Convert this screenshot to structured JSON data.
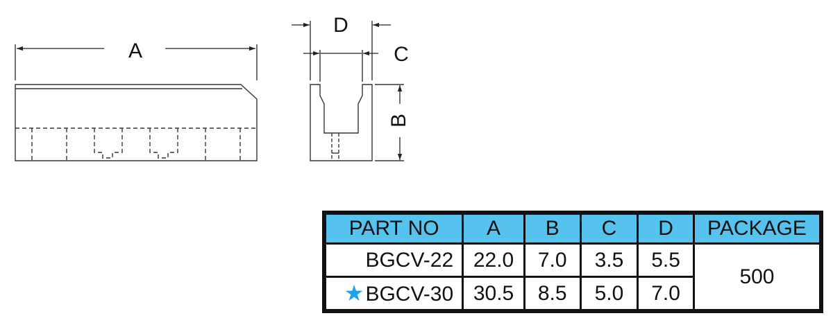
{
  "diagram": {
    "labels": {
      "a": "A",
      "b": "B",
      "c": "C",
      "d": "D"
    }
  },
  "table": {
    "header_bg": "#55c3ee",
    "star_color": "#1ea3e6",
    "columns": [
      "PART NO",
      "A",
      "B",
      "C",
      "D",
      "PACKAGE"
    ],
    "rows": [
      {
        "part_no": "BGCV-22",
        "starred": false,
        "a": "22.0",
        "b": "7.0",
        "c": "3.5",
        "d": "5.5"
      },
      {
        "part_no": "BGCV-30",
        "starred": true,
        "a": "30.5",
        "b": "8.5",
        "c": "5.0",
        "d": "7.0"
      }
    ],
    "package": "500"
  }
}
